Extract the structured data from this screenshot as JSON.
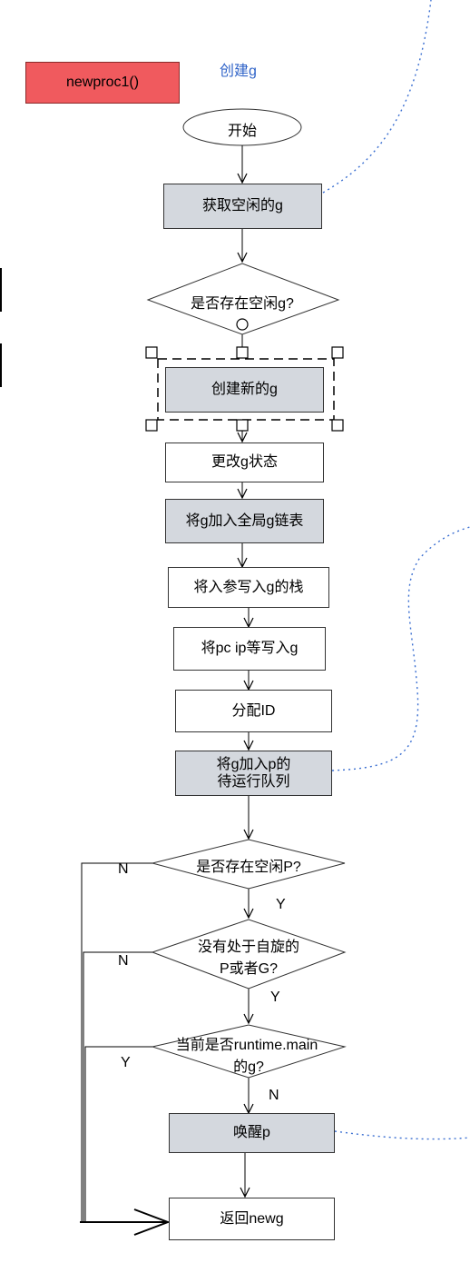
{
  "function_label": "newproc1()",
  "caption": "创建g",
  "start": "开始",
  "steps": {
    "get_free_g": "获取空闲的g",
    "create_new_g": "创建新的g",
    "change_state": "更改g状态",
    "add_global_list": "将g加入全局g链表",
    "write_args": "将入参写入g的栈",
    "write_pc": "将pc ip等写入g",
    "assign_id": "分配ID",
    "add_runq_1": "将g加入p的",
    "add_runq_2": "待运行队列",
    "wakeup": "唤醒p",
    "return": "返回newg"
  },
  "decisions": {
    "has_free_g": "是否存在空闲g?",
    "has_idle_p": "是否存在空闲P?",
    "spinning_1": "没有处于自旋的",
    "spinning_2": "P或者G?",
    "main_g_1": "当前是否runtime.main",
    "main_g_2": "的g?"
  },
  "edge_labels": {
    "n1": "N",
    "y1": "Y",
    "n2": "N",
    "y2": "Y",
    "y3": "Y",
    "n3": "N"
  },
  "colors": {
    "gray_fill": "#d4d8de",
    "red_fill": "#f05a5e",
    "blue_text": "#2f63c8",
    "dotted_line": "#3b6fd1"
  }
}
